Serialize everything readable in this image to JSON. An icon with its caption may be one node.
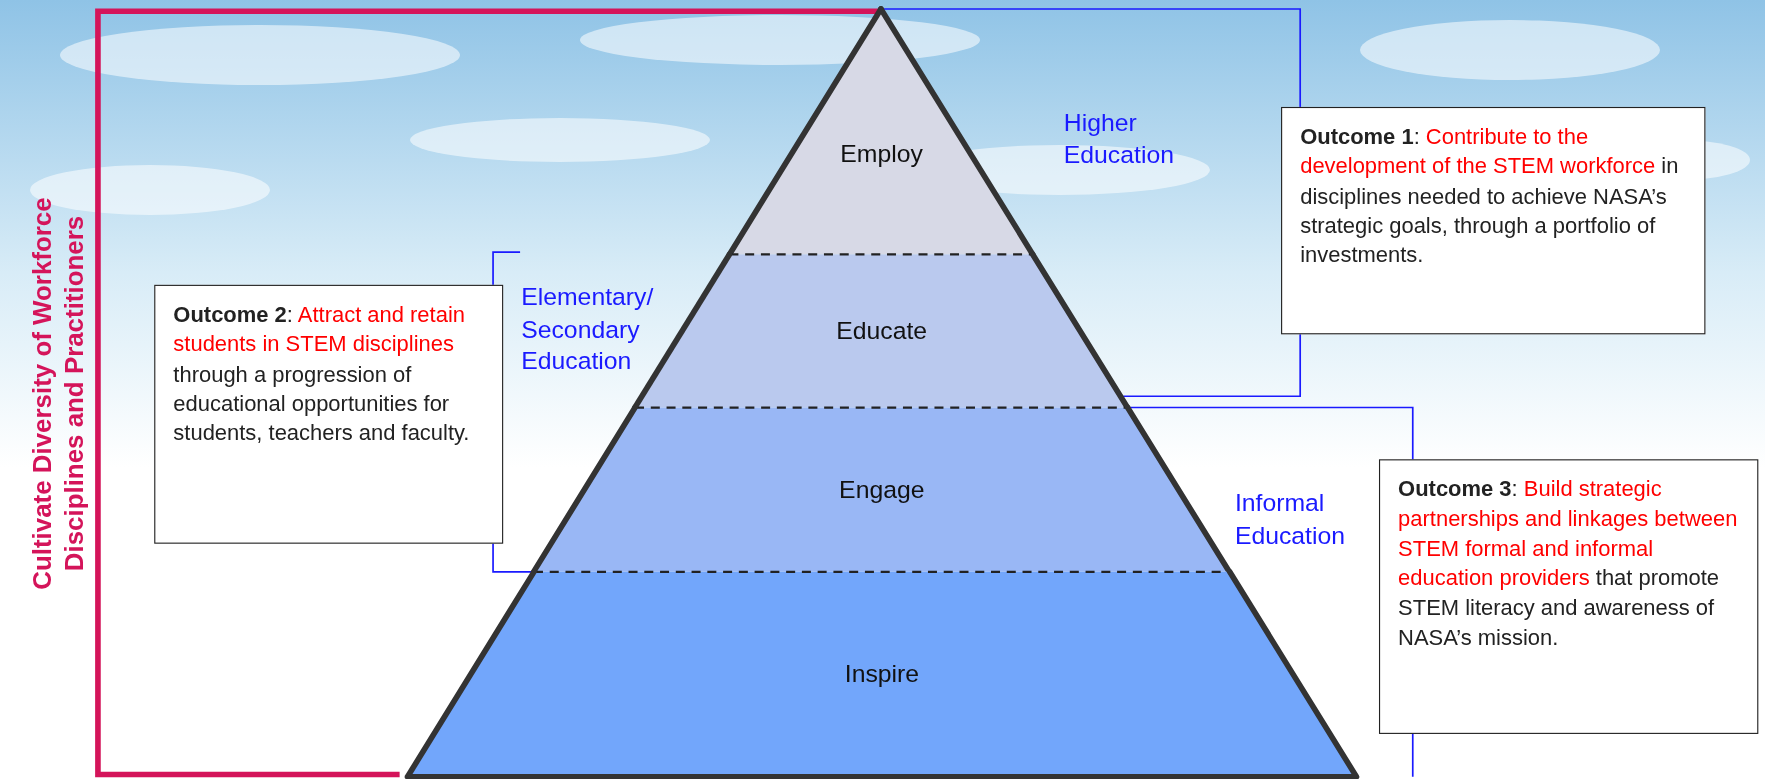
{
  "diagram": {
    "nodes": [
      {
        "text": [
          "Employ"
        ]
      },
      {
        "text": [
          "Educate"
        ]
      },
      {
        "text": [
          "Engage"
        ]
      },
      {
        "text": [
          "Inspire"
        ]
      },
      {
        "text": [
          "**Outcome 1**:",
          "Contribute to the development of the STEM workforce",
          "in disciplines needed to achieve NASA’s strategic goals, through a portfolio of investments."
        ]
      },
      {
        "text": [
          "**Outcome 2**:",
          "Attract and retain students in STEM disciplines",
          "through a progression of educational opportunities for students, teachers and faculty."
        ]
      },
      {
        "text": [
          "**Outcome 3**:",
          "Build strategic partnerships and linkages between STEM formal and informal education providers",
          "that promote STEM literacy and awareness of NASA’s mission."
        ]
      }
    ],
    "labels": [
      "Cultivate Diversity of Workforce Disciplines and Practitioners",
      "Higher Education",
      "Elementary/ Secondary Education",
      "Informal Education"
    ]
  }
}
